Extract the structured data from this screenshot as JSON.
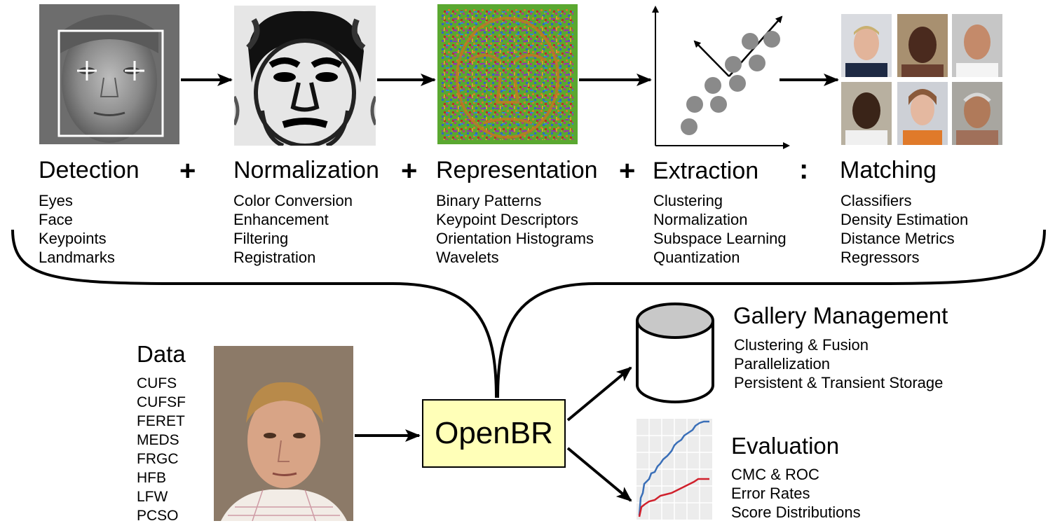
{
  "pipeline": {
    "operators": [
      "+",
      "+",
      "+",
      ":"
    ],
    "stages": [
      {
        "title": "Detection",
        "items": [
          "Eyes",
          "Face",
          "Keypoints",
          "Landmarks"
        ]
      },
      {
        "title": "Normalization",
        "items": [
          "Color Conversion",
          "Enhancement",
          "Filtering",
          "Registration"
        ]
      },
      {
        "title": "Representation",
        "items": [
          "Binary Patterns",
          "Keypoint Descriptors",
          "Orientation Histograms",
          "Wavelets"
        ]
      },
      {
        "title": "Extraction",
        "items": [
          "Clustering",
          "Normalization",
          "Subspace Learning",
          "Quantization"
        ]
      },
      {
        "title": "Matching",
        "items": [
          "Classifiers",
          "Density Estimation",
          "Distance Metrics",
          "Regressors"
        ]
      }
    ]
  },
  "data": {
    "title": "Data",
    "items": [
      "CUFS",
      "CUFSF",
      "FERET",
      "MEDS",
      "FRGC",
      "HFB",
      "LFW",
      "PCSO"
    ]
  },
  "center": {
    "label": "OpenBR"
  },
  "gallery": {
    "title": "Gallery Management",
    "items": [
      "Clustering & Fusion",
      "Parallelization",
      "Persistent & Transient Storage"
    ]
  },
  "evaluation": {
    "title": "Evaluation",
    "items": [
      "CMC & ROC",
      "Error Rates",
      "Score Distributions"
    ]
  },
  "colors": {
    "openbr_fill": "#ffffb8",
    "cylinder_top": "#c8c8c8",
    "scatter_points": "#8a8a8a",
    "curve_blue": "#3a6fb8",
    "curve_red": "#d0202c",
    "representation_bg": "#5aa830"
  },
  "icons": {
    "detection": "face-detection-thumbnail",
    "normalization": "normalized-face-thumbnail",
    "representation": "texture-map-thumbnail",
    "extraction": "scatter-subspace-icon",
    "matching": "face-gallery-thumbnails",
    "data": "face-photo",
    "gallery": "database-cylinder-icon",
    "evaluation": "roc-curve-icon"
  }
}
